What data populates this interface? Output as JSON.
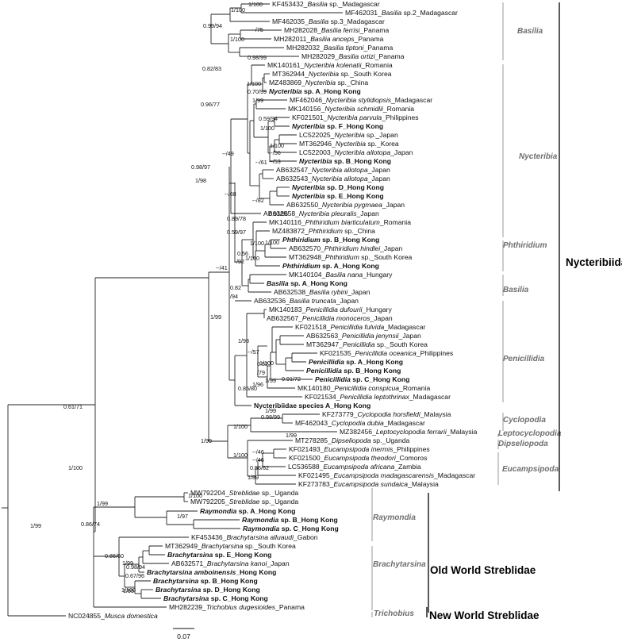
{
  "taxa": [
    {
      "id": "KF453432",
      "gi": "Basilia",
      "sp": " sp._Madagascar",
      "bold": false
    },
    {
      "id": "MF462031",
      "gi": "Basilia",
      "sp": " sp.2_Madagascar",
      "bold": false
    },
    {
      "id": "MF462035",
      "gi": "Basilia",
      "sp": " sp.3_Madagascar",
      "bold": false
    },
    {
      "id": "MH282028",
      "gi": "Basilia ferrisi",
      "sp": "_Panama",
      "bold": false
    },
    {
      "id": "MH282011",
      "gi": "Basilia anceps",
      "sp": "_Panama",
      "bold": false
    },
    {
      "id": "MH282032",
      "gi": "Basilia tiptoni",
      "sp": "_Panama",
      "bold": false
    },
    {
      "id": "MH282029",
      "gi": "Basilia ortizi",
      "sp": "_Panama",
      "bold": false
    },
    {
      "id": "MK140161",
      "gi": "Nycteribia kolenatii",
      "sp": "_Romania",
      "bold": false
    },
    {
      "id": "MT362944",
      "gi": "Nycteribia",
      "sp": " sp._South Korea",
      "bold": false
    },
    {
      "id": "MZ483869",
      "gi": "Nycteribia",
      "sp": " sp._China",
      "bold": false
    },
    {
      "id": "",
      "gi": "Nycteribia",
      "sp": " sp. A_Hong Kong",
      "bold": true
    },
    {
      "id": "MF462046",
      "gi": "Nycteribia stylidiopsis",
      "sp": "_Madagascar",
      "bold": false
    },
    {
      "id": "MK140156",
      "gi": "Nycteribia schmidlii",
      "sp": "_Romania",
      "bold": false
    },
    {
      "id": "KF021501",
      "gi": "Nycteribia parvula",
      "sp": "_Philippines",
      "bold": false
    },
    {
      "id": "",
      "gi": "Nycteribia",
      "sp": " sp. F_Hong Kong",
      "bold": true
    },
    {
      "id": "LC522025",
      "gi": "Nycteribia",
      "sp": " sp._Japan",
      "bold": false
    },
    {
      "id": "MT362946",
      "gi": "Nycteribia",
      "sp": " sp._Korea",
      "bold": false
    },
    {
      "id": "LC522003",
      "gi": "Nycteribia allotopa",
      "sp": "_Japan",
      "bold": false
    },
    {
      "id": "",
      "gi": "Nycteribia",
      "sp": " sp. B_Hong Kong",
      "bold": true
    },
    {
      "id": "AB632547",
      "gi": "Nycteribia allotopa",
      "sp": "_Japan",
      "bold": false
    },
    {
      "id": "AB632543",
      "gi": "Nycteribia allotopa",
      "sp": "_Japan",
      "bold": false
    },
    {
      "id": "",
      "gi": "Nycteribia",
      "sp": " sp. D_Hong Kong",
      "bold": true
    },
    {
      "id": "",
      "gi": "Nycteribia",
      "sp": " sp. E_Hong Kong",
      "bold": true
    },
    {
      "id": "AB632550",
      "gi": "Nycteribia pygmaea",
      "sp": "_Japan",
      "bold": false
    },
    {
      "id": "AB632558",
      "gi": "Nycteribia pleuralis",
      "sp": "_Japan",
      "bold": false
    },
    {
      "id": "MK140116",
      "gi": "Phthiridium biarticulatum",
      "sp": "_Romania",
      "bold": false
    },
    {
      "id": "MZ483872",
      "gi": "Phthiridium",
      "sp": " sp._China",
      "bold": false
    },
    {
      "id": "",
      "gi": "Phthiridium",
      "sp": " sp. B_Hong Kong",
      "bold": true
    },
    {
      "id": "AB632570",
      "gi": "Phthiridium hindlei",
      "sp": "_Japan",
      "bold": false
    },
    {
      "id": "MT362948",
      "gi": "Phthiridium",
      "sp": " sp._South Korea",
      "bold": false
    },
    {
      "id": "",
      "gi": "Phthiridium",
      "sp": " sp. A_Hong Kong",
      "bold": true
    },
    {
      "id": "MK140104",
      "gi": "Basilia nana",
      "sp": "_Hungary",
      "bold": false
    },
    {
      "id": "",
      "gi": "Basilia",
      "sp": " sp. A_Hong Kong",
      "bold": true
    },
    {
      "id": "AB632538",
      "gi": "Basilia rybini",
      "sp": "_Japan",
      "bold": false
    },
    {
      "id": "AB632536",
      "gi": "Basilia truncata",
      "sp": "_Japan",
      "bold": false
    },
    {
      "id": "MK140183",
      "gi": "Penicillidia dufourii",
      "sp": "_Hungary",
      "bold": false
    },
    {
      "id": "AB632567",
      "gi": "Penicillidia monoceros",
      "sp": "_Japan",
      "bold": false
    },
    {
      "id": "KF021518",
      "gi": "Penicillidia fulvida",
      "sp": "_Madagascar",
      "bold": false
    },
    {
      "id": "AB632563",
      "gi": "Penicillidia jenynsii",
      "sp": "_Japan",
      "bold": false
    },
    {
      "id": "MT362947",
      "gi": "Penicillidia",
      "sp": " sp._South Korea",
      "bold": false
    },
    {
      "id": "KF021535",
      "gi": "Penicillidia oceanica",
      "sp": "_Philippines",
      "bold": false
    },
    {
      "id": "",
      "gi": "Penicillidia",
      "sp": " sp. A_Hong Kong",
      "bold": true
    },
    {
      "id": "",
      "gi": "Penicillidia",
      "sp": " sp. B_Hong Kong",
      "bold": true
    },
    {
      "id": "",
      "gi": "Penicillidia",
      "sp": " sp. C_Hong Kong",
      "bold": true
    },
    {
      "id": "MK140180",
      "gi": "Penicillidia conspicua",
      "sp": "_Romania",
      "bold": false
    },
    {
      "id": "KF021534",
      "gi": "Penicillidia leptothrinax",
      "sp": "_Madagascar",
      "bold": false
    },
    {
      "id": "",
      "gi": "",
      "sp": "Nycteribiidae species A_Hong Kong",
      "bold": true
    },
    {
      "id": "KF273779",
      "gi": "Cyclopodia horsfieldi",
      "sp": "_Malaysia",
      "bold": false
    },
    {
      "id": "MF462043",
      "gi": "Cyclopodia dubia",
      "sp": "_Madagascar",
      "bold": false
    },
    {
      "id": "MZ382456",
      "gi": "Leptocyclopodia ferrarii",
      "sp": "_Malaysia",
      "bold": false
    },
    {
      "id": "MT278285",
      "gi": "Dipseliopoda",
      "sp": " sp._Uganda",
      "bold": false
    },
    {
      "id": "KF021493",
      "gi": "Eucampsipoda inermis",
      "sp": "_Philippines",
      "bold": false
    },
    {
      "id": "KF021500",
      "gi": "Eucampsipoda theodori",
      "sp": "_Comoros",
      "bold": false
    },
    {
      "id": "LC536588",
      "gi": "Eucampsipoda africana",
      "sp": "_Zambia",
      "bold": false
    },
    {
      "id": "KF021495",
      "gi": "Eucampsipoda madagascarensis",
      "sp": "_Madagascar",
      "bold": false
    },
    {
      "id": "KF273783",
      "gi": "Eucampsipoda sundaica",
      "sp": "_Malaysia",
      "bold": false
    },
    {
      "id": "MW792204",
      "gi": "Streblidae",
      "sp": " sp._Uganda",
      "bold": false
    },
    {
      "id": "MW792205",
      "gi": "Streblidae",
      "sp": " sp._Uganda",
      "bold": false
    },
    {
      "id": "",
      "gi": "Raymondia",
      "sp": " sp. A_Hong Kong",
      "bold": true
    },
    {
      "id": "",
      "gi": "Raymondia",
      "sp": " sp. B_Hong Kong",
      "bold": true
    },
    {
      "id": "",
      "gi": "Raymondia",
      "sp": " sp. C_Hong Kong",
      "bold": true
    },
    {
      "id": "KF453436",
      "gi": "Brachytarsina alluaudi",
      "sp": "_Gabon",
      "bold": false
    },
    {
      "id": "MT362949",
      "gi": "Brachytarsina",
      "sp": " sp._South Korea",
      "bold": false
    },
    {
      "id": "",
      "gi": "Brachytarsina",
      "sp": " sp. E_Hong Kong",
      "bold": true
    },
    {
      "id": "AB632571",
      "gi": "Brachytarsina kanoi",
      "sp": "_Japan",
      "bold": false
    },
    {
      "id": "",
      "gi": "Brachytarsina amboinensis",
      "sp": "_Hong Kong",
      "bold": true
    },
    {
      "id": "",
      "gi": "Brachytarsina",
      "sp": " sp. B_Hong Kong",
      "bold": true
    },
    {
      "id": "",
      "gi": "Brachytarsina",
      "sp": " sp. D_Hong Kong",
      "bold": true
    },
    {
      "id": "",
      "gi": "Brachytarsina",
      "sp": " sp. C_Hong Kong",
      "bold": true
    },
    {
      "id": "MH282239",
      "gi": "Trichobius dugesioides",
      "sp": "_Panama",
      "bold": false
    },
    {
      "id": "NC024855",
      "gi": "Musca domestica",
      "sp": "",
      "bold": false
    }
  ],
  "support_values": [
    "1/100",
    "1/100",
    "0.99/94",
    "--/75",
    "1/100",
    "0.98/99",
    "0.82/83",
    "1/100",
    "0.70/99",
    "1/99",
    "0.96/77",
    "0.59/94",
    "1/100",
    "1/100",
    "--/56",
    "--/53",
    "--/49",
    "--/61",
    "0.98/97",
    "--/82",
    "0.91/96",
    "--/68",
    "1/98",
    "0.89/78",
    "0.59/97",
    "1/100",
    "1/100",
    "1/100",
    "0.56",
    "/92",
    "--/41",
    "0.82",
    "/94",
    "1/99",
    "1/98",
    "--/57",
    "0.52",
    "/79",
    "1/100",
    "1/99",
    "0.91/72",
    "1/96",
    "1/99",
    "0.85/80",
    "1/99",
    "1/100",
    "0.98/99",
    "1/99",
    "--/46",
    "--/46",
    "0.56/62",
    "1/89",
    "1/100",
    "0.61/71",
    "1/100",
    "1/99",
    "1/97",
    "1/100",
    "0.86/74",
    "1/99",
    "0.86/60",
    "1/99",
    "0.98/94",
    "0.67/96",
    "1/100",
    "1/99"
  ],
  "genus_labels": [
    "Basilia",
    "Nycteribia",
    "Phthiridium",
    "Basilia",
    "Penicillidia",
    "Cyclopodia",
    "Leptocyclopodia",
    "Dipseliopoda",
    "Eucampsipoda",
    "Raymondia",
    "Brachytarsina",
    "Trichobius"
  ],
  "family_labels": [
    "Nycteribiidae",
    "Old World Streblidae",
    "New World Streblidae"
  ],
  "scale_bar": {
    "label": "0.07"
  }
}
